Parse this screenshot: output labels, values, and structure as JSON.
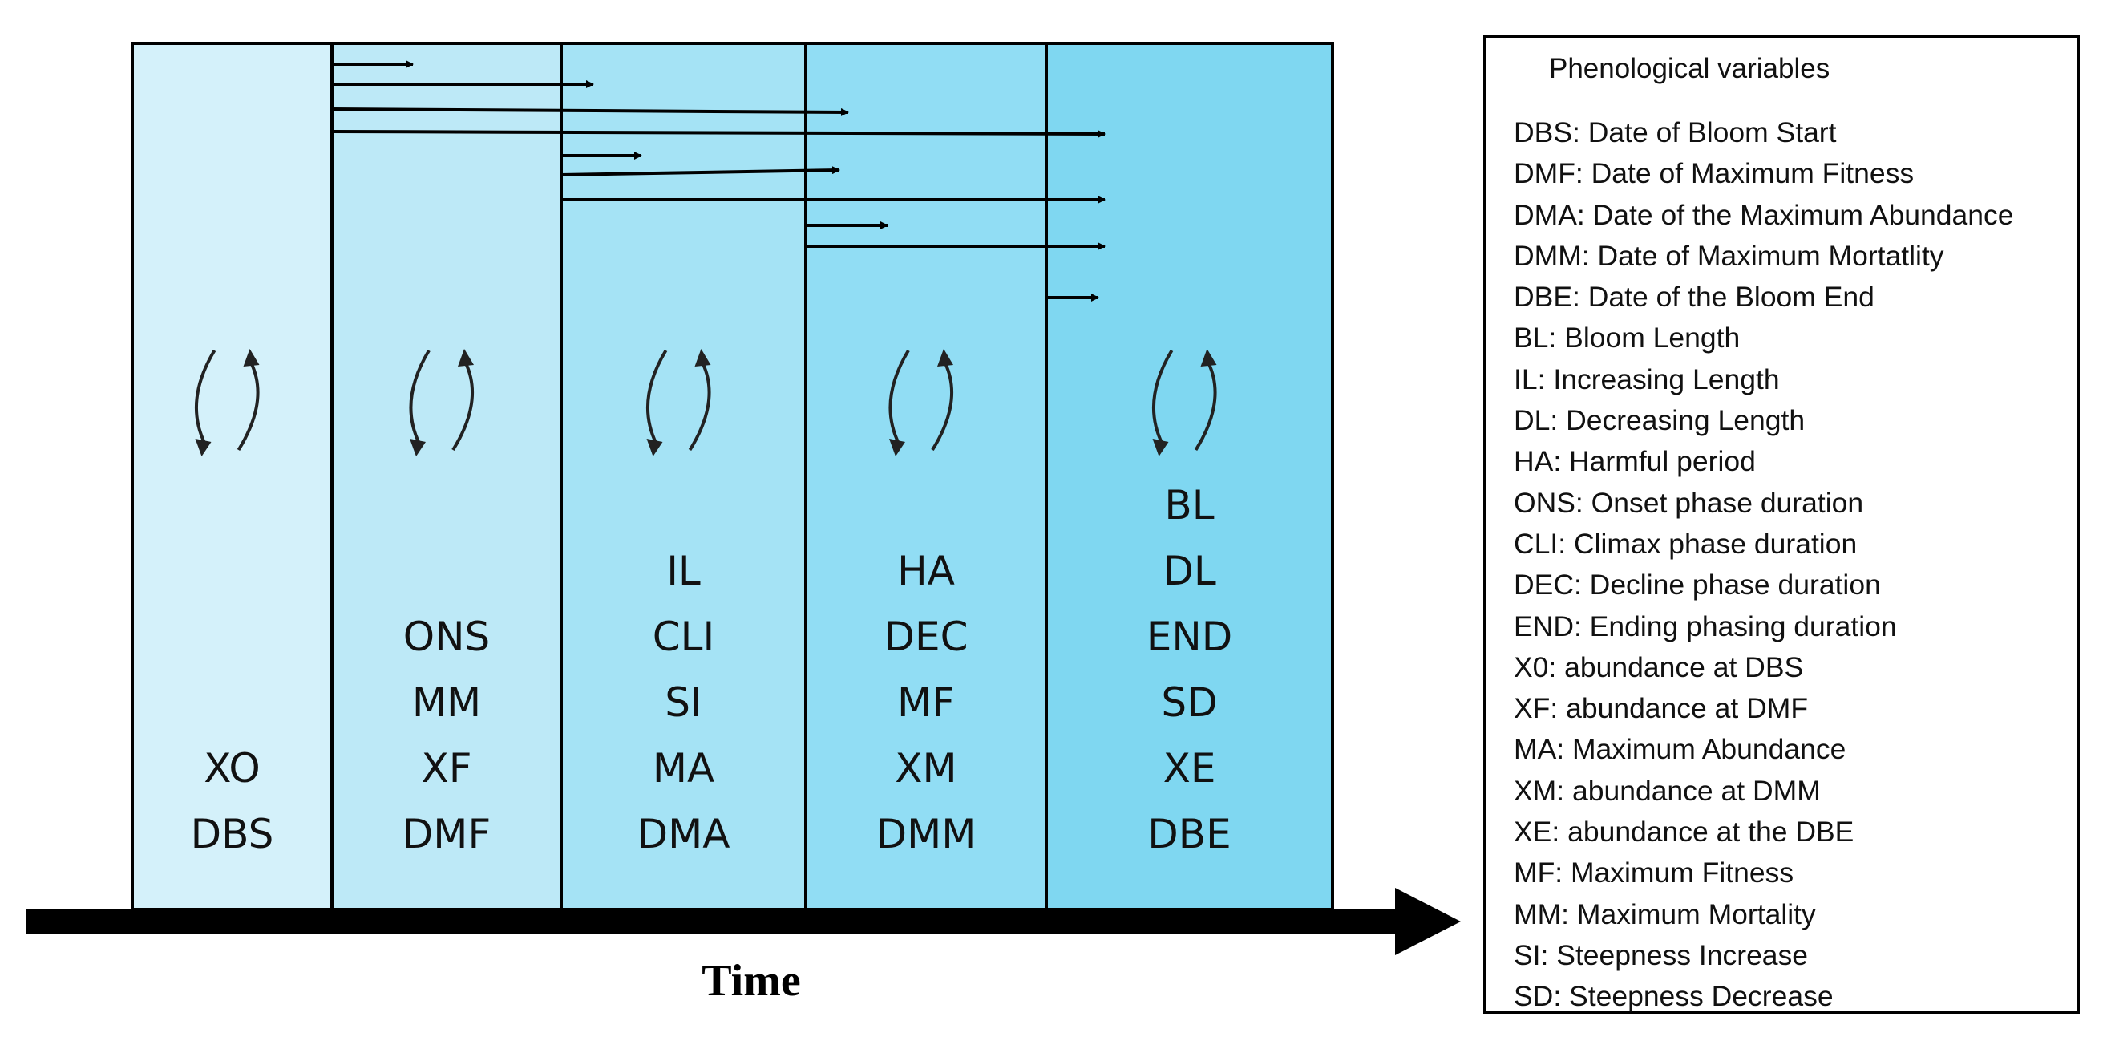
{
  "colors": {
    "phase_fills": [
      "#d4f1fa",
      "#bde9f7",
      "#a5e3f5",
      "#91ddf4",
      "#7fd7f1"
    ],
    "border": "#000000",
    "arrow": "#000000"
  },
  "phases": [
    {
      "id": "phase-1",
      "labels": [
        "XO",
        "DBS"
      ]
    },
    {
      "id": "phase-2",
      "labels": [
        "ONS",
        "MM",
        "XF",
        "DMF"
      ]
    },
    {
      "id": "phase-3",
      "labels": [
        "IL",
        "CLI",
        "SI",
        "MA",
        "DMA"
      ]
    },
    {
      "id": "phase-4",
      "labels": [
        "HA",
        "DEC",
        "MF",
        "XM",
        "DMM"
      ]
    },
    {
      "id": "phase-5",
      "labels": [
        "BL",
        "DL",
        "END",
        "SD",
        "XE",
        "DBE"
      ]
    }
  ],
  "cycle_icon": "cycle-arrows-icon",
  "time_axis": {
    "label": "Time",
    "icon": "arrow-right-icon"
  },
  "legend": {
    "title": "Phenological variables",
    "items": [
      "DBS: Date of Bloom Start",
      "DMF: Date of Maximum Fitness",
      "DMA: Date of the Maximum Abundance",
      "DMM: Date of Maximum Mortatlity",
      "DBE: Date of the Bloom End",
      "BL: Bloom Length",
      "IL: Increasing Length",
      "DL: Decreasing Length",
      "HA: Harmful period",
      "ONS: Onset phase duration",
      "CLI: Climax phase duration",
      "DEC: Decline phase duration",
      "END: Ending phasing duration",
      "X0: abundance at DBS",
      "XF: abundance at DMF",
      "MA: Maximum Abundance",
      "XM: abundance at DMM",
      "XE: abundance at the DBE",
      "MF: Maximum Fitness",
      "MM: Maximum Mortality",
      "SI: Steepness Increase",
      "SD: Steepness Decrease"
    ]
  }
}
